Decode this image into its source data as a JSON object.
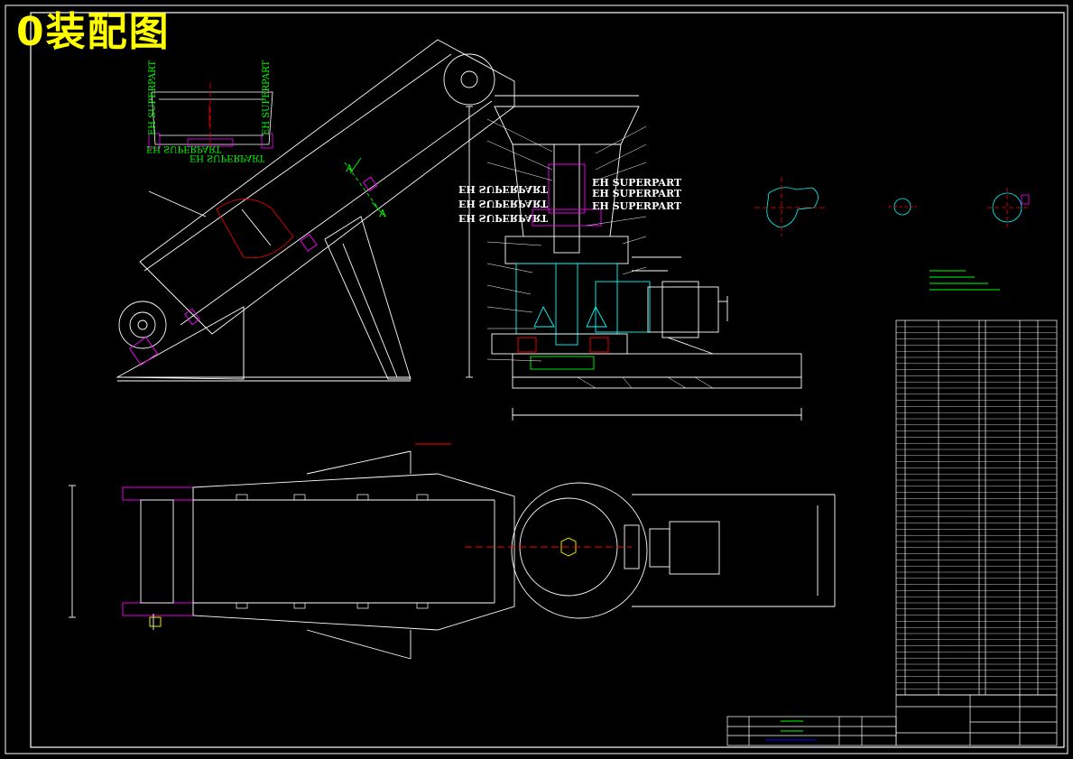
{
  "drawing": {
    "title": "0装配图",
    "super_labels": {
      "left_top_vertical_a": "EH SUPERPART",
      "left_top_vertical_b": "EH SUPERPART",
      "left_top_mirror_a": "EH SUPERPART",
      "left_top_mirror_b": "EH SUPERPART",
      "mid_mirror_1": "EH SUPERPART",
      "mid_right_1": "EH SUPERPART",
      "mid_mirror_2": "EH SUPERPART",
      "mid_right_2": "EH SUPERPART",
      "mid_mirror_3": "EH SUPERPART",
      "mid_right_3": "EH SUPERPART"
    },
    "section_marks": {
      "a1": "A",
      "a2": "A"
    }
  },
  "colors": {
    "background": "#000000",
    "line": "#ffffff",
    "title": "#ffff00",
    "green": "#00ff00",
    "cyan": "#00ffff",
    "magenta": "#ff00ff",
    "red": "#ff0000",
    "blue": "#0000ff"
  }
}
